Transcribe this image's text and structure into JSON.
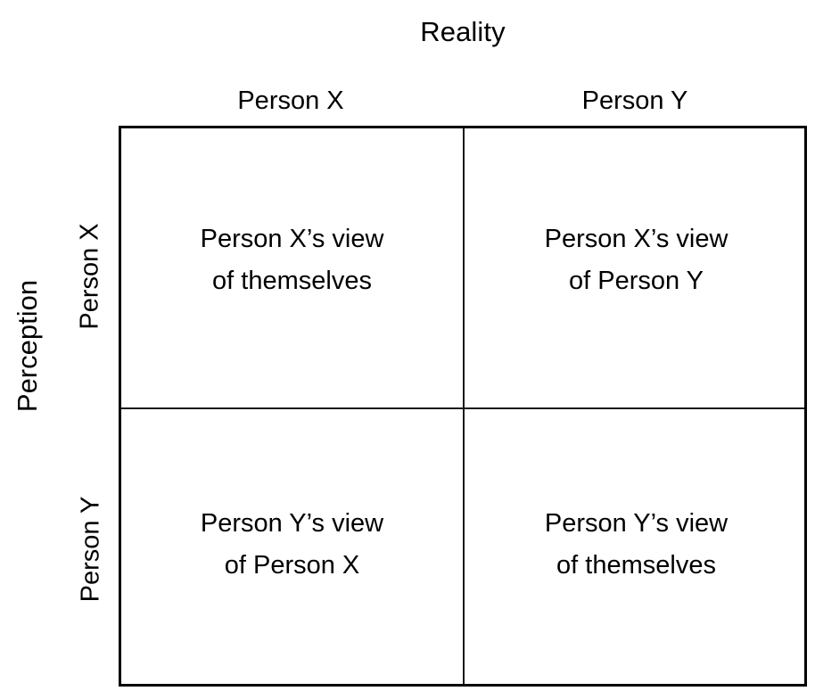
{
  "diagram": {
    "title": "Reality",
    "axis_label_left": "Perception",
    "column_headers": [
      "Person X",
      "Person Y"
    ],
    "row_headers": [
      "Person X",
      "Person Y"
    ],
    "cells": [
      {
        "position": "top-left",
        "row": "Person X",
        "column": "Person X",
        "line1": "Person X’s view",
        "line2": "of themselves"
      },
      {
        "position": "top-right",
        "row": "Person X",
        "column": "Person Y",
        "line1": "Person X’s view",
        "line2": "of Person Y"
      },
      {
        "position": "bottom-left",
        "row": "Person Y",
        "column": "Person X",
        "line1": "Person Y’s view",
        "line2": "of Person X"
      },
      {
        "position": "bottom-right",
        "row": "Person Y",
        "column": "Person Y",
        "line1": "Person Y’s view",
        "line2": "of themselves"
      }
    ],
    "colors": {
      "background": "#ffffff",
      "text": "#000000",
      "border": "#000000",
      "divider": "#1a1a1a"
    }
  }
}
